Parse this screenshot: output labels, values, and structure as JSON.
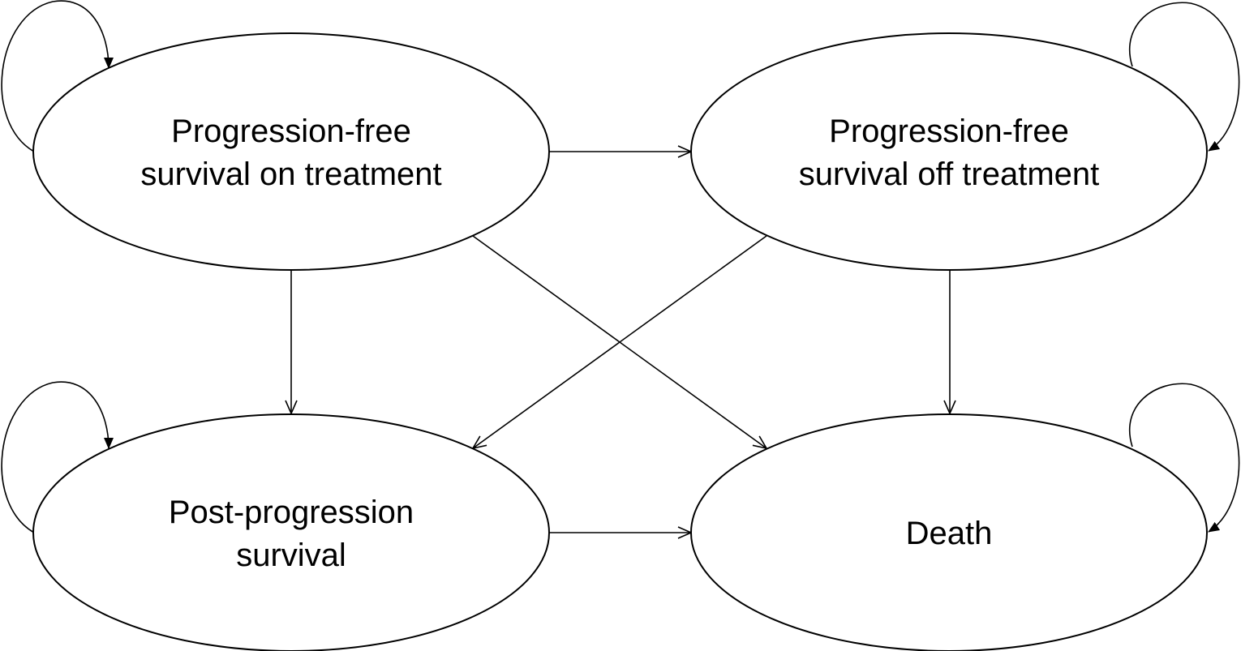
{
  "diagram": {
    "states": {
      "pfs_on": {
        "line1": "Progression-free",
        "line2": "survival on treatment"
      },
      "pfs_off": {
        "line1": "Progression-free",
        "line2": "survival off treatment"
      },
      "pps": {
        "line1": "Post-progression",
        "line2": "survival"
      },
      "death": {
        "line1": "Death"
      }
    },
    "transitions": [
      {
        "from": "pfs_on",
        "to": "pfs_on"
      },
      {
        "from": "pfs_on",
        "to": "pfs_off"
      },
      {
        "from": "pfs_on",
        "to": "pps"
      },
      {
        "from": "pfs_on",
        "to": "death"
      },
      {
        "from": "pfs_off",
        "to": "pfs_off"
      },
      {
        "from": "pfs_off",
        "to": "pps"
      },
      {
        "from": "pfs_off",
        "to": "death"
      },
      {
        "from": "pps",
        "to": "pps"
      },
      {
        "from": "pps",
        "to": "death"
      },
      {
        "from": "death",
        "to": "death"
      }
    ],
    "colors": {
      "stroke": "#000000",
      "fill": "#ffffff",
      "text": "#000000"
    }
  }
}
